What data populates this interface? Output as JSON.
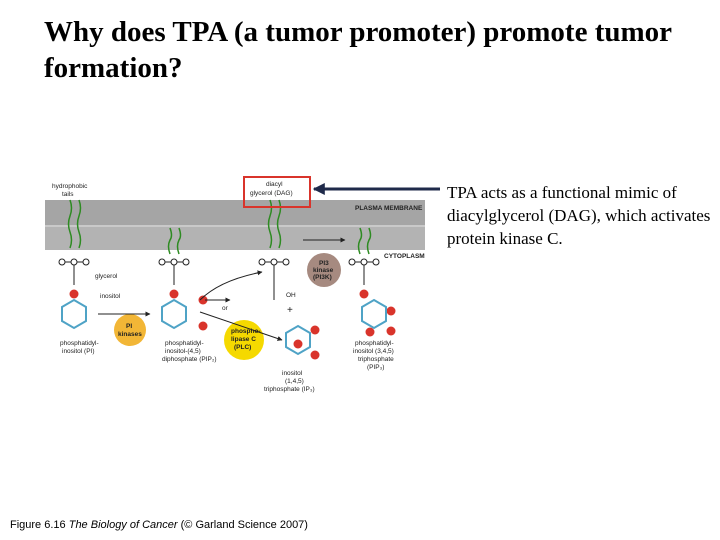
{
  "slide": {
    "title": "Why does TPA (a tumor promoter) promote tumor formation?",
    "side_text": "TPA acts as a functional mimic of diacylglycerol (DAG), which activates protein kinase C.",
    "caption_prefix": "Figure 6.16",
    "caption_book": "The Biology of Cancer",
    "caption_suffix": "(© Garland Science 2007)"
  },
  "diagram": {
    "labels": {
      "hydrophobic": "hydrophobic",
      "tails": "tails",
      "dag_line1": "diacyl",
      "dag_line2": "glycerol (DAG)",
      "plasma_membrane": "PLASMA MEMBRANE",
      "cytoplasm": "CYTOPLASM",
      "glycerol": "glycerol",
      "inositol": "inositol",
      "pi3k_line1": "PI3",
      "pi3k_line2": "kinase",
      "pi3k_line3": "(PI3K)",
      "pi_kinases_line1": "PI",
      "pi_kinases_line2": "kinases",
      "plc_line1": "phospho-",
      "plc_line2": "lipase C",
      "plc_line3": "(PLC)",
      "or": "or",
      "oh": "OH",
      "plus": "+",
      "pi_line1": "phosphatidyl-",
      "pi_line2": "inositol (PI)",
      "pip2_line1": "phosphatidyl-",
      "pip2_line2": "inositol-(4,5)",
      "pip2_line3": "diphosphate (PIP₂)",
      "ip3_line1": "inositol",
      "ip3_line2": "(1,4,5)",
      "ip3_line3": "triphosphate (IP₃)",
      "pip3_line1": "phosphatidyl-",
      "pip3_line2": "inositol (3,4,5)",
      "pip3_line3": "triphosphate",
      "pip3_line4": "(PIP₃)"
    },
    "colors": {
      "membrane": "#b3b3b3",
      "membrane_dark": "#8f8f8f",
      "tail": "#2e8b22",
      "ring": "#4fa3c6",
      "phosphate": "#d9342b",
      "pi_kinase": "#f2b636",
      "plc": "#f5d900",
      "pi3k": "#a68a80",
      "dag_box": "#d9342b",
      "arrow": "#1f2a4a"
    }
  }
}
